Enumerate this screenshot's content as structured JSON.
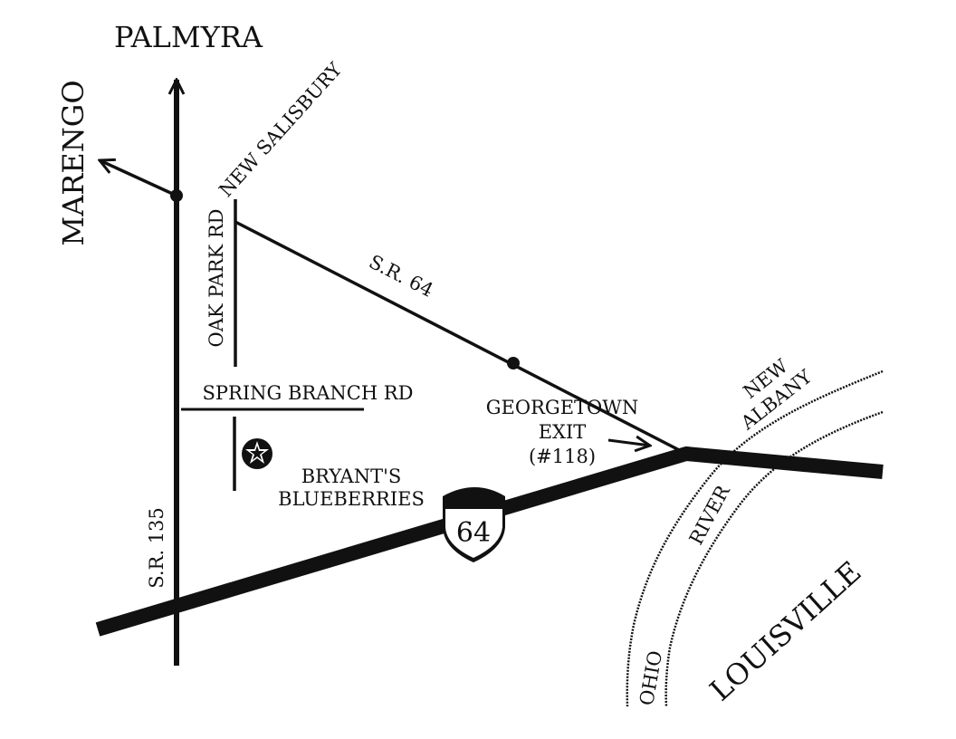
{
  "colors": {
    "ink": "#111111",
    "paper": "#ffffff"
  },
  "icons": {
    "farm_marker": "star-in-blueberry-icon",
    "interstate_shield": "interstate-shield-icon"
  },
  "labels": {
    "palmyra": "PALMYRA",
    "marengo": "MARENGO",
    "new_salisbury": "NEW SALISBURY",
    "oak_park_rd": "OAK PARK RD",
    "sr64": "S.R. 64",
    "spring_branch_rd": "SPRING BRANCH RD",
    "georgetown_exit_line1": "GEORGETOWN",
    "georgetown_exit_line2": "EXIT",
    "georgetown_exit_line3": "(#118)",
    "bryants_line1": "BRYANT'S",
    "bryants_line2": "BLUEBERRIES",
    "sr135": "S.R. 135",
    "interstate_number": "64",
    "new_albany_line1": "NEW",
    "new_albany_line2": "ALBANY",
    "river": "RIVER",
    "ohio": "OHIO",
    "louisville": "LOUISVILLE"
  }
}
